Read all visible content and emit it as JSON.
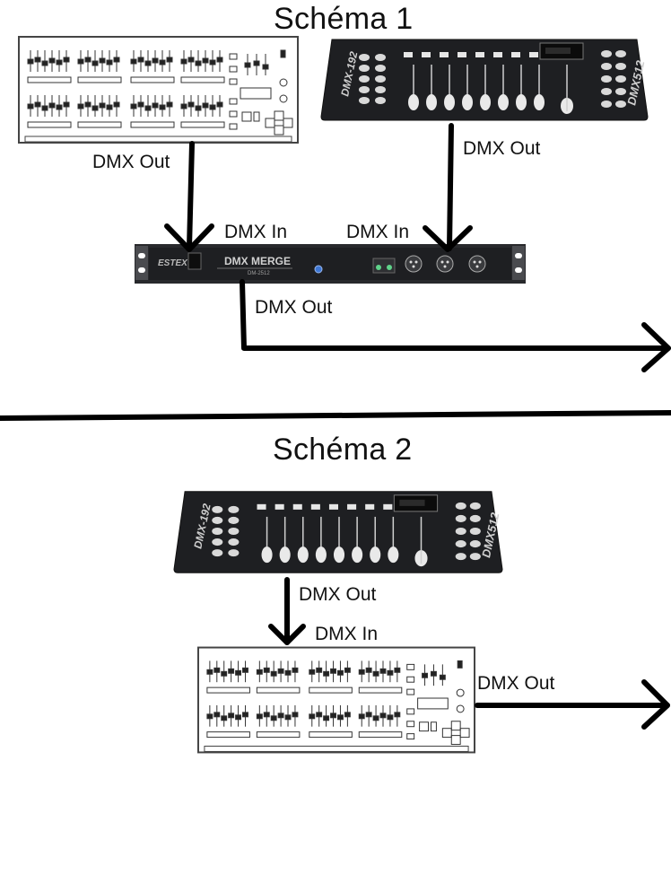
{
  "schema1": {
    "title": "Schéma 1",
    "label_dmx_out_left": "DMX Out",
    "label_dmx_out_right": "DMX Out",
    "label_dmx_in_left": "DMX In",
    "label_dmx_in_right": "DMX In",
    "label_dmx_out_merge": "DMX Out",
    "controller": {
      "left_text": "DMX-192",
      "right_text": "DMX512"
    },
    "merger": {
      "brand": "ESTEX",
      "name": "DMX MERGE",
      "model": "DM-2512"
    }
  },
  "schema2": {
    "title": "Schéma 2",
    "label_dmx_out_controller": "DMX Out",
    "label_dmx_in_console": "DMX In",
    "label_dmx_out_console": "DMX Out",
    "controller": {
      "left_text": "DMX-192",
      "right_text": "DMX512"
    }
  },
  "colors": {
    "line": "#000000",
    "device_dark": "#1e1f22",
    "console_line": "#333333",
    "accent_blue": "#3f78d6"
  }
}
